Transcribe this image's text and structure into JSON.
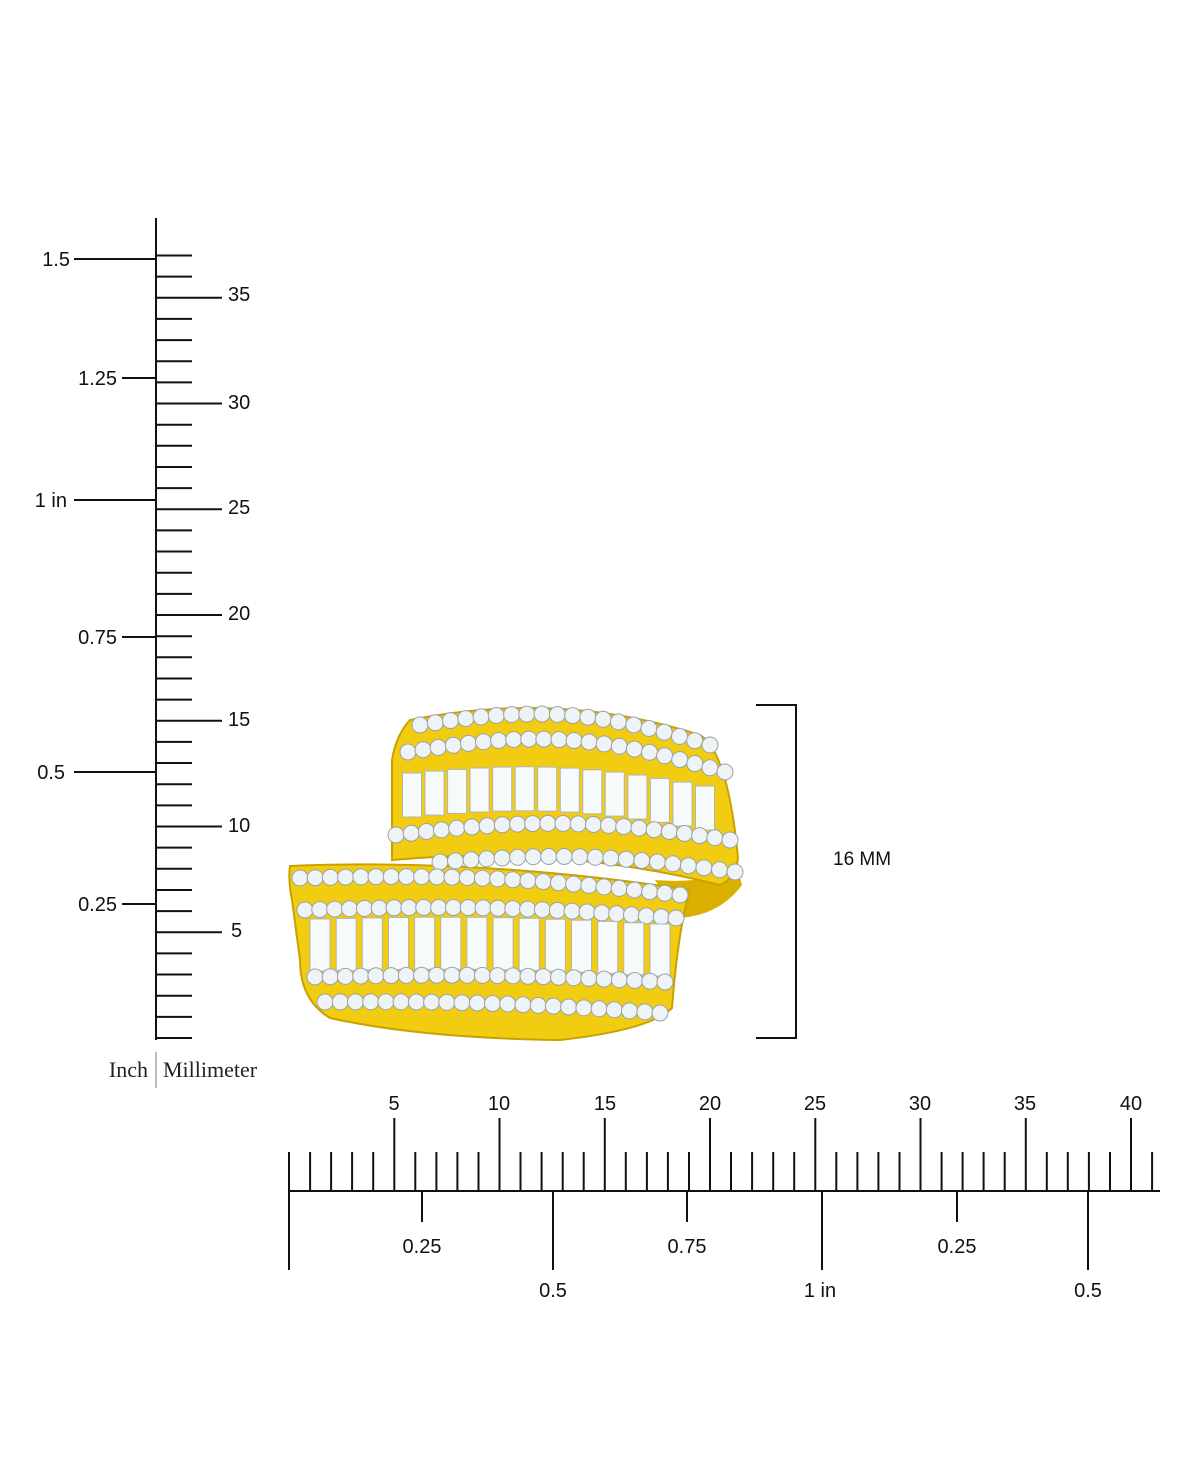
{
  "vertical_ruler": {
    "inch_labels": [
      "1.5",
      "1.25",
      "1 in",
      "0.75",
      "0.5",
      "0.25"
    ],
    "mm_labels": [
      "35",
      "30",
      "25",
      "20",
      "15",
      "10",
      "5"
    ],
    "inch_caption": "Inch",
    "mm_caption": "Millimeter"
  },
  "horizontal_ruler": {
    "mm_labels": [
      "5",
      "10",
      "15",
      "20",
      "25",
      "30",
      "35",
      "40"
    ],
    "inch_labels_upper": [
      "0.25",
      "0.75",
      "0.25"
    ],
    "inch_labels_lower": [
      "0.5",
      "1 in",
      "0.5"
    ]
  },
  "dimension": {
    "label": "16 MM"
  },
  "colors": {
    "gold": "#f2cc10",
    "gold_dark": "#c9a200",
    "stone": "#eef3f6",
    "ink": "#111111"
  },
  "product": {
    "name": "ring-photo"
  }
}
